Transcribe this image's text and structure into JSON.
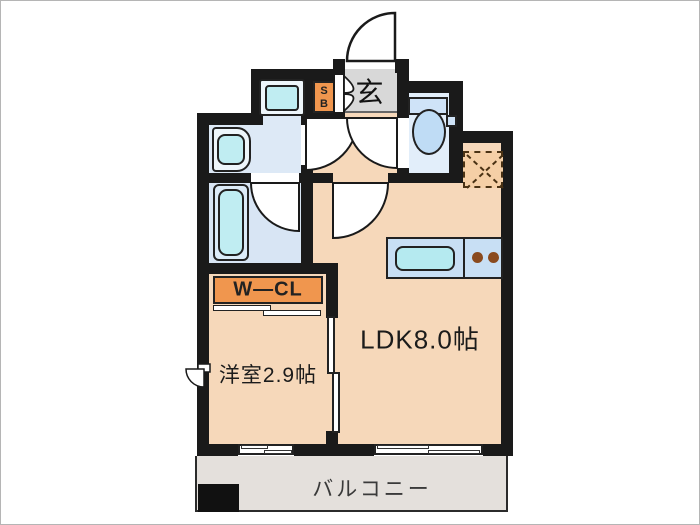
{
  "plan_title": "1K apartment floor plan",
  "labels": {
    "ldk": "LDK8.0帖",
    "western_room": "洋室2.9帖",
    "balcony": "バルコニー",
    "entrance": "玄",
    "walk_in_closet": "W—CL",
    "shoe_box_line1": "S",
    "shoe_box_line2": "B"
  },
  "colors": {
    "wall": "#1a1a1a",
    "room_floor": "#f6d8ba",
    "wet_area_floor": "#dde9f6",
    "genkan_floor": "#d8d8d8",
    "balcony_floor": "#e4e0dc",
    "accent_orange": "#f0964e",
    "fixture_cyan": "#c0edf2",
    "counter_blue": "#c8dff4",
    "burner_brown": "#8a4a1e"
  }
}
